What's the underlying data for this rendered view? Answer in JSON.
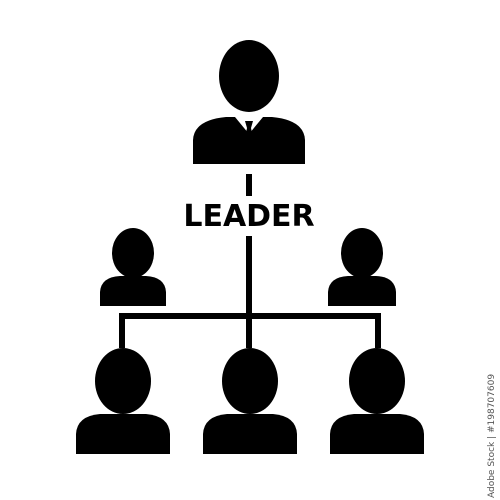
{
  "diagram": {
    "type": "org-hierarchy",
    "leader_label": "LEADER",
    "top_node": {
      "role": "leader",
      "icon": "businessman-suit-tie-icon"
    },
    "middle_nodes": [
      {
        "role": "deputy",
        "icon": "person-icon"
      },
      {
        "role": "deputy",
        "icon": "person-icon"
      }
    ],
    "bottom_nodes": [
      {
        "role": "member",
        "icon": "person-icon"
      },
      {
        "role": "member",
        "icon": "person-icon"
      },
      {
        "role": "member",
        "icon": "person-icon"
      }
    ]
  },
  "stock_id": "Adobe Stock | #198707609",
  "colors": {
    "ink": "#000000",
    "background": "#ffffff"
  }
}
